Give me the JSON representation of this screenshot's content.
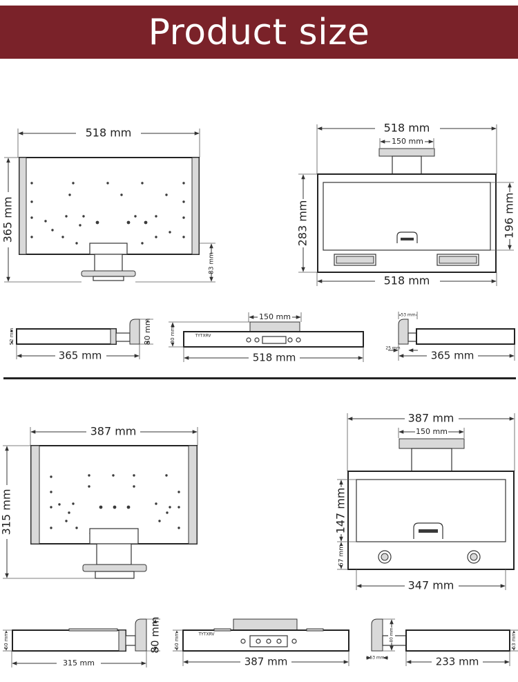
{
  "header": {
    "title": "Product size"
  },
  "colors": {
    "banner": "#7a2229",
    "line": "#222222"
  },
  "model_a": {
    "top_width": "518 mm",
    "top_depth": "365 mm",
    "top_flange": "83 mm",
    "front_width_top": "518 mm",
    "front_duct": "150 mm",
    "front_height": "283 mm",
    "front_glass": "196 mm",
    "front_width_bottom": "518 mm",
    "side_left_height": "52 mm",
    "side_left_duct": "80 mm",
    "side_left_depth": "365 mm",
    "rear_duct": "150 mm",
    "rear_height": "80 mm",
    "rear_width": "518 mm",
    "side_right_duct": "53 mm",
    "side_right_small": "25 mm",
    "side_right_depth": "365 mm",
    "brand": "TYTXRV"
  },
  "model_b": {
    "top_width": "387 mm",
    "top_depth": "315 mm",
    "front_width_top": "387 mm",
    "front_duct": "150 mm",
    "front_glass": "147 mm",
    "front_base": "67 mm",
    "front_width_bottom": "347 mm",
    "side_left_height": "50 mm",
    "side_left_duct": "80 mm",
    "side_left_depth": "315 mm",
    "rear_height": "50 mm",
    "rear_width": "387 mm",
    "side_right_duct": "80 mm",
    "side_right_small": "53 mm",
    "side_right_height": "53 mm",
    "side_right_depth": "233 mm",
    "brand": "TYTXRV"
  }
}
